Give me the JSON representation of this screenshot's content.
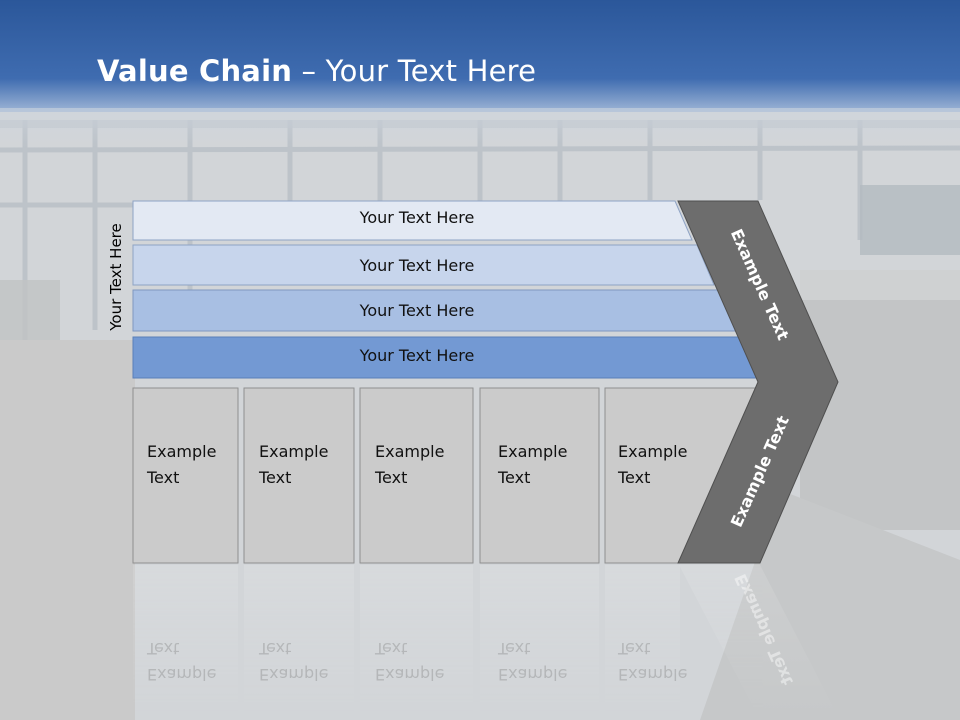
{
  "title": {
    "bold": "Value Chain",
    "rest": " – Your Text Here"
  },
  "vertical_label": "Your Text Here",
  "bands": [
    "Your Text Here",
    "Your Text Here",
    "Your Text Here",
    "Your Text Here"
  ],
  "columns": [
    {
      "line1": "Example",
      "line2": "Text"
    },
    {
      "line1": "Example",
      "line2": "Text"
    },
    {
      "line1": "Example",
      "line2": "Text"
    },
    {
      "line1": "Example",
      "line2": "Text"
    },
    {
      "line1": "Example",
      "line2": "Text"
    }
  ],
  "chevron": {
    "upper": "Example Text",
    "lower": "Example Text"
  },
  "colors": {
    "header": "#2b579a",
    "title_text": "#ffffff",
    "band_1": "#e3e9f3",
    "band_2": "#c7d5ec",
    "band_3": "#a8bfe3",
    "band_4": "#7399d3",
    "column_box": "#cbcbcb",
    "chevron": "#6d6d6d"
  }
}
